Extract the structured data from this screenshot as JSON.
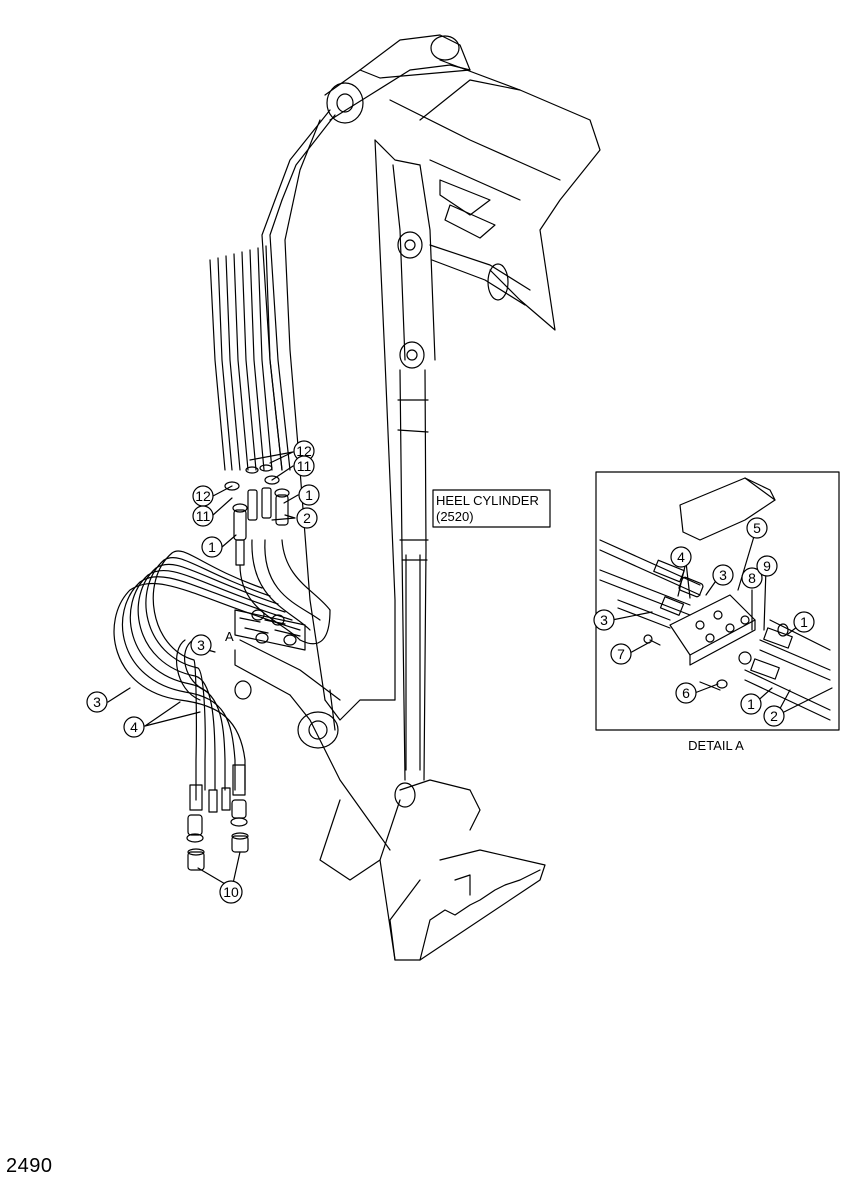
{
  "page_number": "2490",
  "heel_cylinder_label": [
    "HEEL CYLINDER",
    "(2520)"
  ],
  "view_marker": "A",
  "detail_caption": "DETAIL A",
  "callouts_main": [
    "12",
    "11",
    "12",
    "11",
    "1",
    "1",
    "2",
    "3",
    "3",
    "4",
    "10"
  ],
  "callouts_detail": [
    "1",
    "2",
    "3",
    "3",
    "4",
    "5",
    "6",
    "7",
    "8",
    "9"
  ]
}
